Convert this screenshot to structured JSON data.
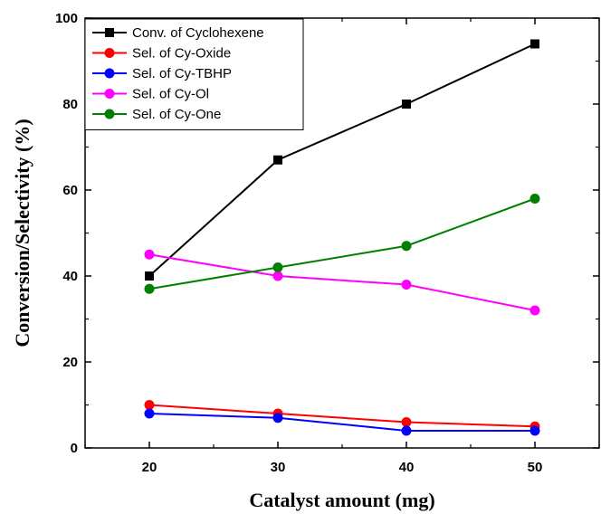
{
  "chart_data": {
    "type": "line",
    "title": "",
    "xlabel": "Catalyst amount (mg)",
    "ylabel": "Conversion/Selectivity (%)",
    "x": [
      20,
      30,
      40,
      50
    ],
    "xticks": [
      "20",
      "30",
      "40",
      "50"
    ],
    "yticks": [
      "0",
      "20",
      "40",
      "60",
      "80",
      "100"
    ],
    "xlim": [
      15,
      55
    ],
    "ylim": [
      0,
      100
    ],
    "grid": false,
    "legend_position": "top-left",
    "series": [
      {
        "name": "Conv. of Cyclohexene",
        "values": [
          40,
          67,
          80,
          94
        ],
        "color": "#000000",
        "marker": "square"
      },
      {
        "name": "Sel. of Cy-Oxide",
        "values": [
          10,
          8,
          6,
          5
        ],
        "color": "#ff0000",
        "marker": "circle"
      },
      {
        "name": "Sel. of Cy-TBHP",
        "values": [
          8,
          7,
          4,
          4
        ],
        "color": "#0000ff",
        "marker": "circle"
      },
      {
        "name": "Sel. of Cy-Ol",
        "values": [
          45,
          40,
          38,
          32
        ],
        "color": "#ff00ff",
        "marker": "circle"
      },
      {
        "name": "Sel. of Cy-One",
        "values": [
          37,
          42,
          47,
          58
        ],
        "color": "#008000",
        "marker": "circle"
      }
    ]
  }
}
